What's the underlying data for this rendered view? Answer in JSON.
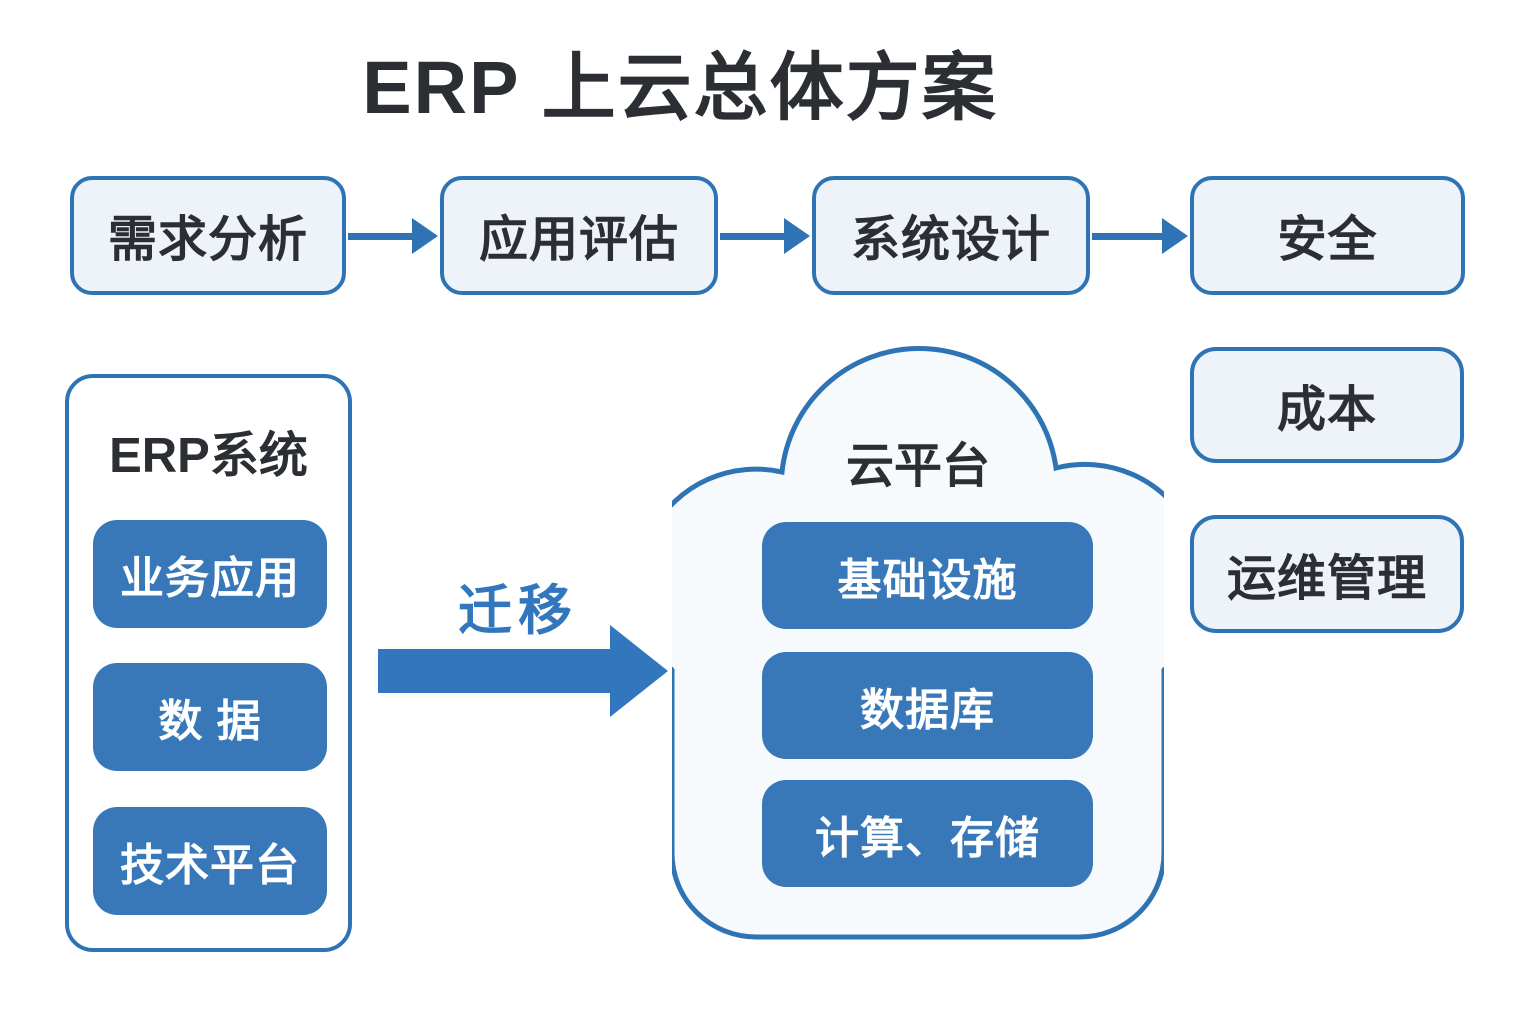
{
  "title": "ERP 上云总体方案",
  "colors": {
    "border_blue": "#2e74b5",
    "solid_blue": "#3878b8",
    "arrow_blue": "#3276bd",
    "light_fill": "#eef3f9",
    "cloud_fill": "#f7fafd",
    "dark_text": "#2b2e33"
  },
  "flow_steps": [
    {
      "label": "需求分析"
    },
    {
      "label": "应用评估"
    },
    {
      "label": "系统设计"
    },
    {
      "label": "安全"
    }
  ],
  "erp_system": {
    "title": "ERP系统",
    "components": [
      {
        "label": "业务应用"
      },
      {
        "label": "数 据"
      },
      {
        "label": "技术平台"
      }
    ]
  },
  "migration": {
    "label": "迁移"
  },
  "cloud_platform": {
    "title": "云平台",
    "components": [
      {
        "label": "基础设施"
      },
      {
        "label": "数据库"
      },
      {
        "label": "计算、存储"
      }
    ]
  },
  "considerations": [
    {
      "label": "成本"
    },
    {
      "label": "运维管理"
    }
  ]
}
